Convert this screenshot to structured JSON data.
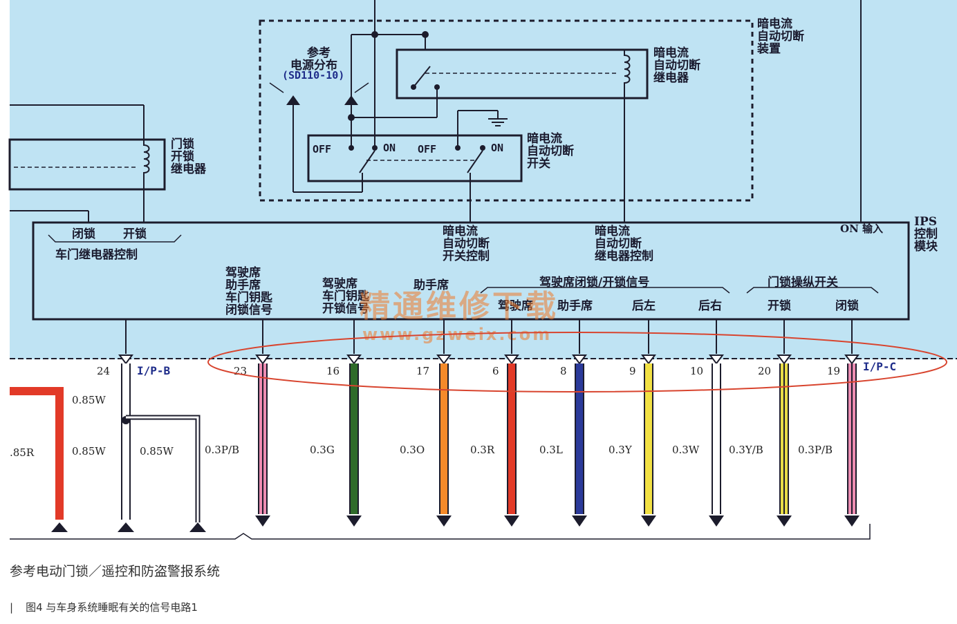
{
  "colors": {
    "panel_bg": "#bfe3f3",
    "line": "#1c1c2c",
    "ellipse": "#d8442e"
  },
  "labels": {
    "dark_current_device": [
      "暗电流",
      "自动切断",
      "装置"
    ],
    "dark_current_relay": [
      "暗电流",
      "自动切断",
      "继电器"
    ],
    "reference_power": [
      "参考",
      "电源分布"
    ],
    "reference_code": "(SD110-10)",
    "dark_current_switch": [
      "暗电流",
      "自动切断",
      "开关"
    ],
    "off1": "OFF",
    "on1": "ON",
    "off2": "OFF",
    "on2": "ON",
    "door_unlock_relay": [
      "门锁",
      "开锁",
      "继电器"
    ],
    "lock": "闭锁",
    "unlock": "开锁",
    "door_relay_control": "车门继电器控制",
    "switch_control": [
      "暗电流",
      "自动切断",
      "开关控制"
    ],
    "relay_control": [
      "暗电流",
      "自动切断",
      "继电器控制"
    ],
    "on_input": "ON  输入",
    "ips_module": [
      "IPS",
      "控制",
      "模块"
    ],
    "key_lock_signal": [
      "驾驶席",
      "助手席",
      "车门钥匙",
      "闭锁信号"
    ],
    "driver_key_unlock": [
      "驾驶席",
      "车门钥匙",
      "开锁信号"
    ],
    "passenger": "助手席",
    "door_lock_signal_header": "驾驶席闭锁/开锁信号",
    "driver": "驾驶席",
    "passenger2": "助手席",
    "rear_left": "后左",
    "rear_right": "后右",
    "door_switch_header": "门锁操纵开关",
    "open": "开锁",
    "close": "闭锁"
  },
  "watermark": {
    "cn": "精通维修下载",
    "url": "www.gzweix.com"
  },
  "connectors": {
    "ipb": "I/P-B",
    "ipc": "I/P-C"
  },
  "wires": [
    {
      "pin": "24",
      "gauge": "0.85W",
      "color": "#ffffff"
    },
    {
      "pin": "23",
      "gauge": "0.3P/B",
      "color": "#ee8db2"
    },
    {
      "pin": "16",
      "gauge": "0.3G",
      "color": "#2f6b2a"
    },
    {
      "pin": "17",
      "gauge": "0.3O",
      "color": "#f58a2a"
    },
    {
      "pin": "6",
      "gauge": "0.3R",
      "color": "#e23a28"
    },
    {
      "pin": "8",
      "gauge": "0.3L",
      "color": "#2b3a9a"
    },
    {
      "pin": "9",
      "gauge": "0.3Y",
      "color": "#f1e044"
    },
    {
      "pin": "10",
      "gauge": "0.3W",
      "color": "#ffffff"
    },
    {
      "pin": "20",
      "gauge": "0.3Y/B",
      "color": "#e8dc48"
    },
    {
      "pin": "19",
      "gauge": "0.3P/B",
      "color": "#ee8db2"
    }
  ],
  "left_wires": {
    "red_gauge": ".85R",
    "w_top": "0.85W",
    "w_mid": "0.85W",
    "w_right": "0.85W"
  },
  "footer": {
    "reference": "参考电动门锁／遥控和防盗警报系统",
    "bar": "|",
    "caption": "图4  与车身系统睡眠有关的信号电路1"
  }
}
